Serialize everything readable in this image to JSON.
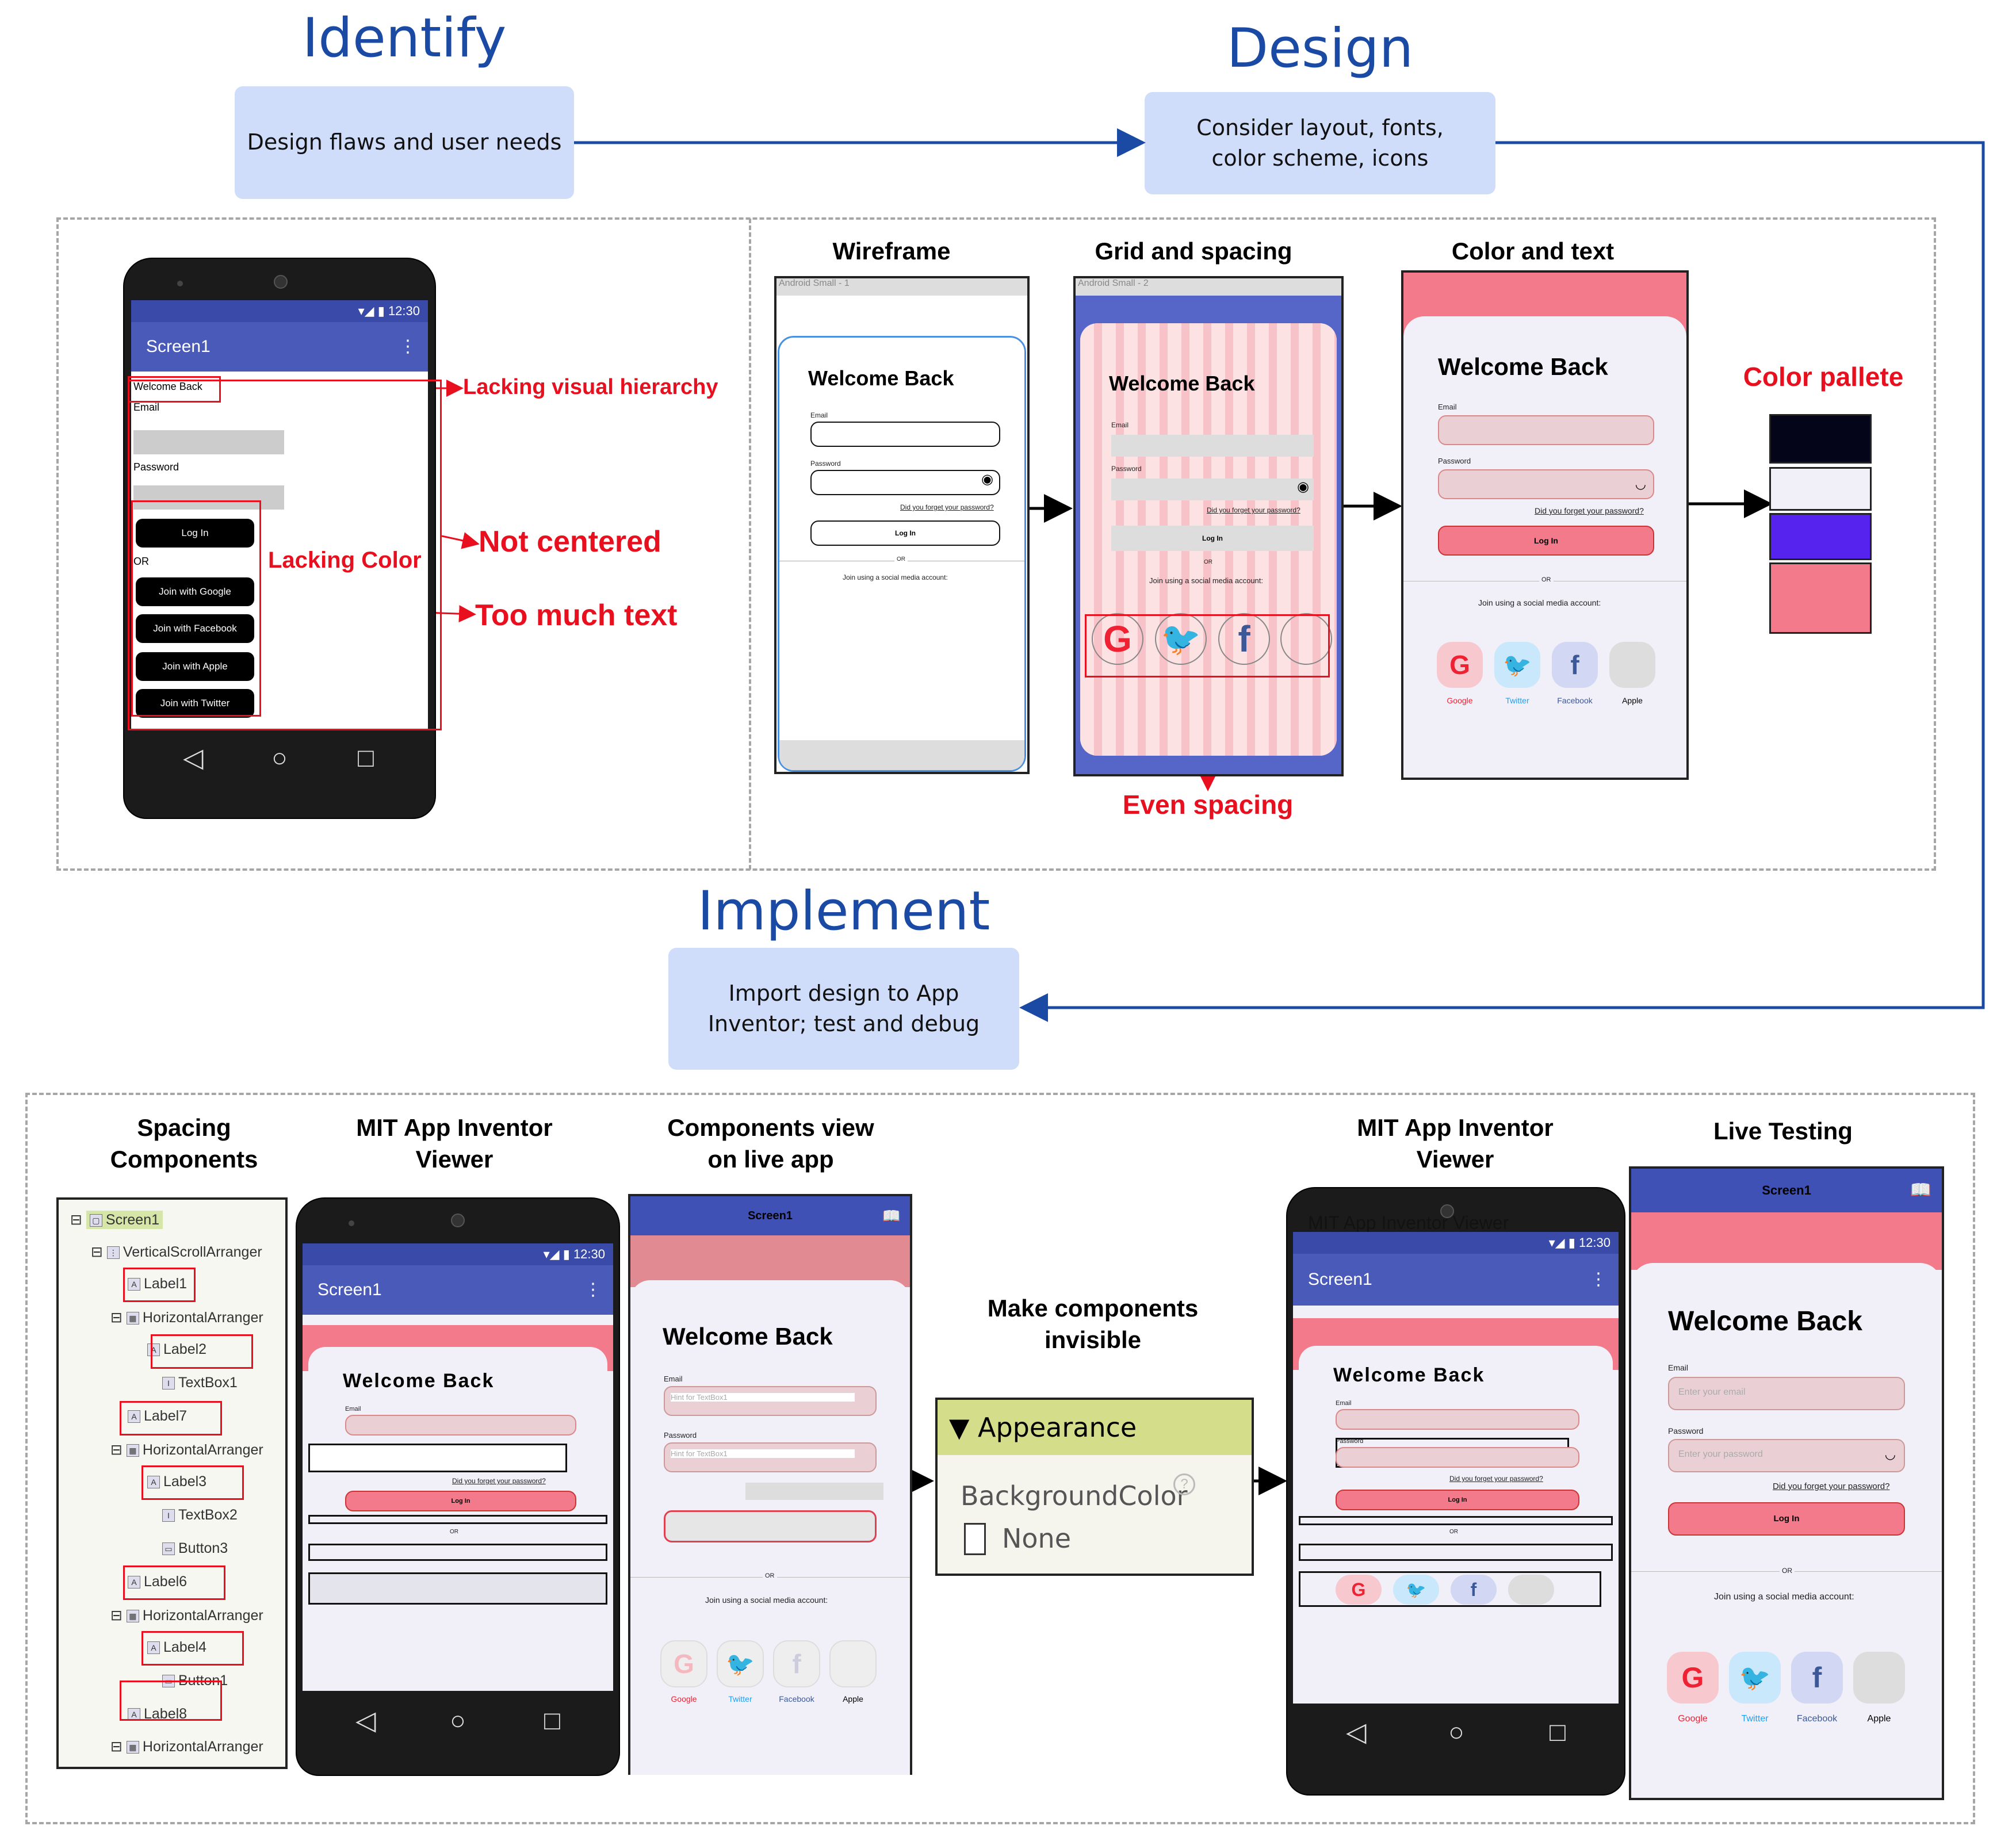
{
  "phases": {
    "identify": {
      "title": "Identify",
      "box": "Design flaws and user needs"
    },
    "design": {
      "title": "Design",
      "box": "Consider layout, fonts, color scheme, icons"
    },
    "implement": {
      "title": "Implement",
      "box": "Import design to App Inventor; test and debug"
    }
  },
  "identify_phone": {
    "time": "12:30",
    "screen_title": "Screen1",
    "welcome": "Welcome Back",
    "email": "Email",
    "password": "Password",
    "login": "Log In",
    "or": "OR",
    "google": "Join with Google",
    "facebook": "Join with Facebook",
    "apple": "Join with Apple",
    "twitter": "Join with Twitter",
    "anno_hierarchy": "Lacking visual hierarchy",
    "anno_centered": "Not centered",
    "anno_color": "Lacking Color",
    "anno_text": "Too much text"
  },
  "design_section": {
    "wireframe_title": "Wireframe",
    "grid_title": "Grid and spacing",
    "color_title": "Color and text",
    "palette_title": "Color pallete",
    "even_spacing": "Even spacing",
    "frame1": "Android Small - 1",
    "frame2": "Android Small - 2",
    "welcome": "Welcome Back",
    "email": "Email",
    "password": "Password",
    "forgot": "Did you forget your password?",
    "login": "Log In",
    "or": "OR",
    "join": "Join using a social media account:",
    "google": "Google",
    "twitter": "Twitter",
    "facebook": "Facebook",
    "apple": "Apple",
    "palette": [
      "#05051a",
      "#f1eff8",
      "#5522ee",
      "#f27a8a"
    ]
  },
  "implement_section": {
    "spacing_title": "Spacing Components",
    "viewer_title": "MIT App Inventor Viewer",
    "components_title": "Components view on live app",
    "invisible_title": "Make components invisible",
    "viewer2_title": "MIT App Inventor Viewer",
    "live_title": "Live Testing",
    "tree": [
      "Screen1",
      "VerticalScrollArranger",
      "Label1",
      "HorizontalArranger",
      "Label2",
      "TextBox1",
      "Label7",
      "HorizontalArranger",
      "Label3",
      "TextBox2",
      "Button3",
      "Label6",
      "HorizontalArranger",
      "Label4",
      "Button1",
      "Label8",
      "HorizontalArranger"
    ],
    "appearance": "Appearance",
    "bgcolor": "BackgroundColor",
    "bgvalue": "None",
    "hint": "Hint for TextBox1",
    "email_ph": "Enter your email",
    "password_ph": "Enter your password",
    "viewer_overlay": "MIT App Inventor Viewer",
    "screen1": "Screen1",
    "time": "12:30"
  },
  "colors": {
    "accent": "#1a4aa3",
    "annotation": "#e8101e",
    "pink": "#f27a8a",
    "indigo": "#3f51b5",
    "lavender": "#f1eff8"
  }
}
